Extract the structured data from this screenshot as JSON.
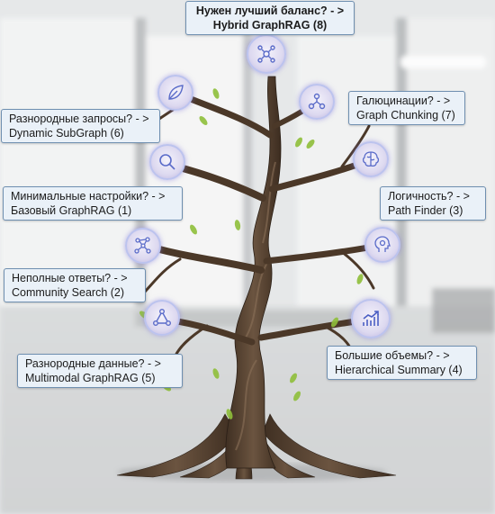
{
  "title": {
    "line1": "Нужен лучший баланс? - >",
    "line2": "Hybrid GraphRAG (8)"
  },
  "callouts": {
    "hallucinations": {
      "line1": "Галюцинации? - >",
      "line2": "Graph Chunking (7)"
    },
    "diverse_queries": {
      "line1": "Разнородные запросы? - >",
      "line2": "Dynamic SubGraph (6)"
    },
    "logic": {
      "line1": "Логичность?  - >",
      "line2": "Path Finder (3)"
    },
    "min_settings": {
      "line1": "Минимальные настройки? - >",
      "line2": "Базовый GraphRAG (1)"
    },
    "incomplete": {
      "line1": "Неполные ответы? - >",
      "line2": "Community Search (2)"
    },
    "large_volumes": {
      "line1": "Большие объемы? - >",
      "line2": "Hierarchical Summary (4)"
    },
    "diverse_data": {
      "line1": "Разнородные данные? - >",
      "line2": "Multimodal GraphRAG (5)"
    }
  },
  "icons": [
    "network-icon",
    "leaf-icon",
    "hub-icon",
    "search-icon",
    "brain-icon",
    "graph-nodes-icon",
    "head-gear-icon",
    "triangle-graph-icon",
    "growth-chart-icon"
  ],
  "colors": {
    "callout_bg": "#eaf1f8",
    "callout_border": "#6f8fb0",
    "icon_glow": "#bcc3ee",
    "icon_stroke": "#5b6cc9",
    "trunk": "#5a4634",
    "leaf": "#8fbf3a"
  }
}
